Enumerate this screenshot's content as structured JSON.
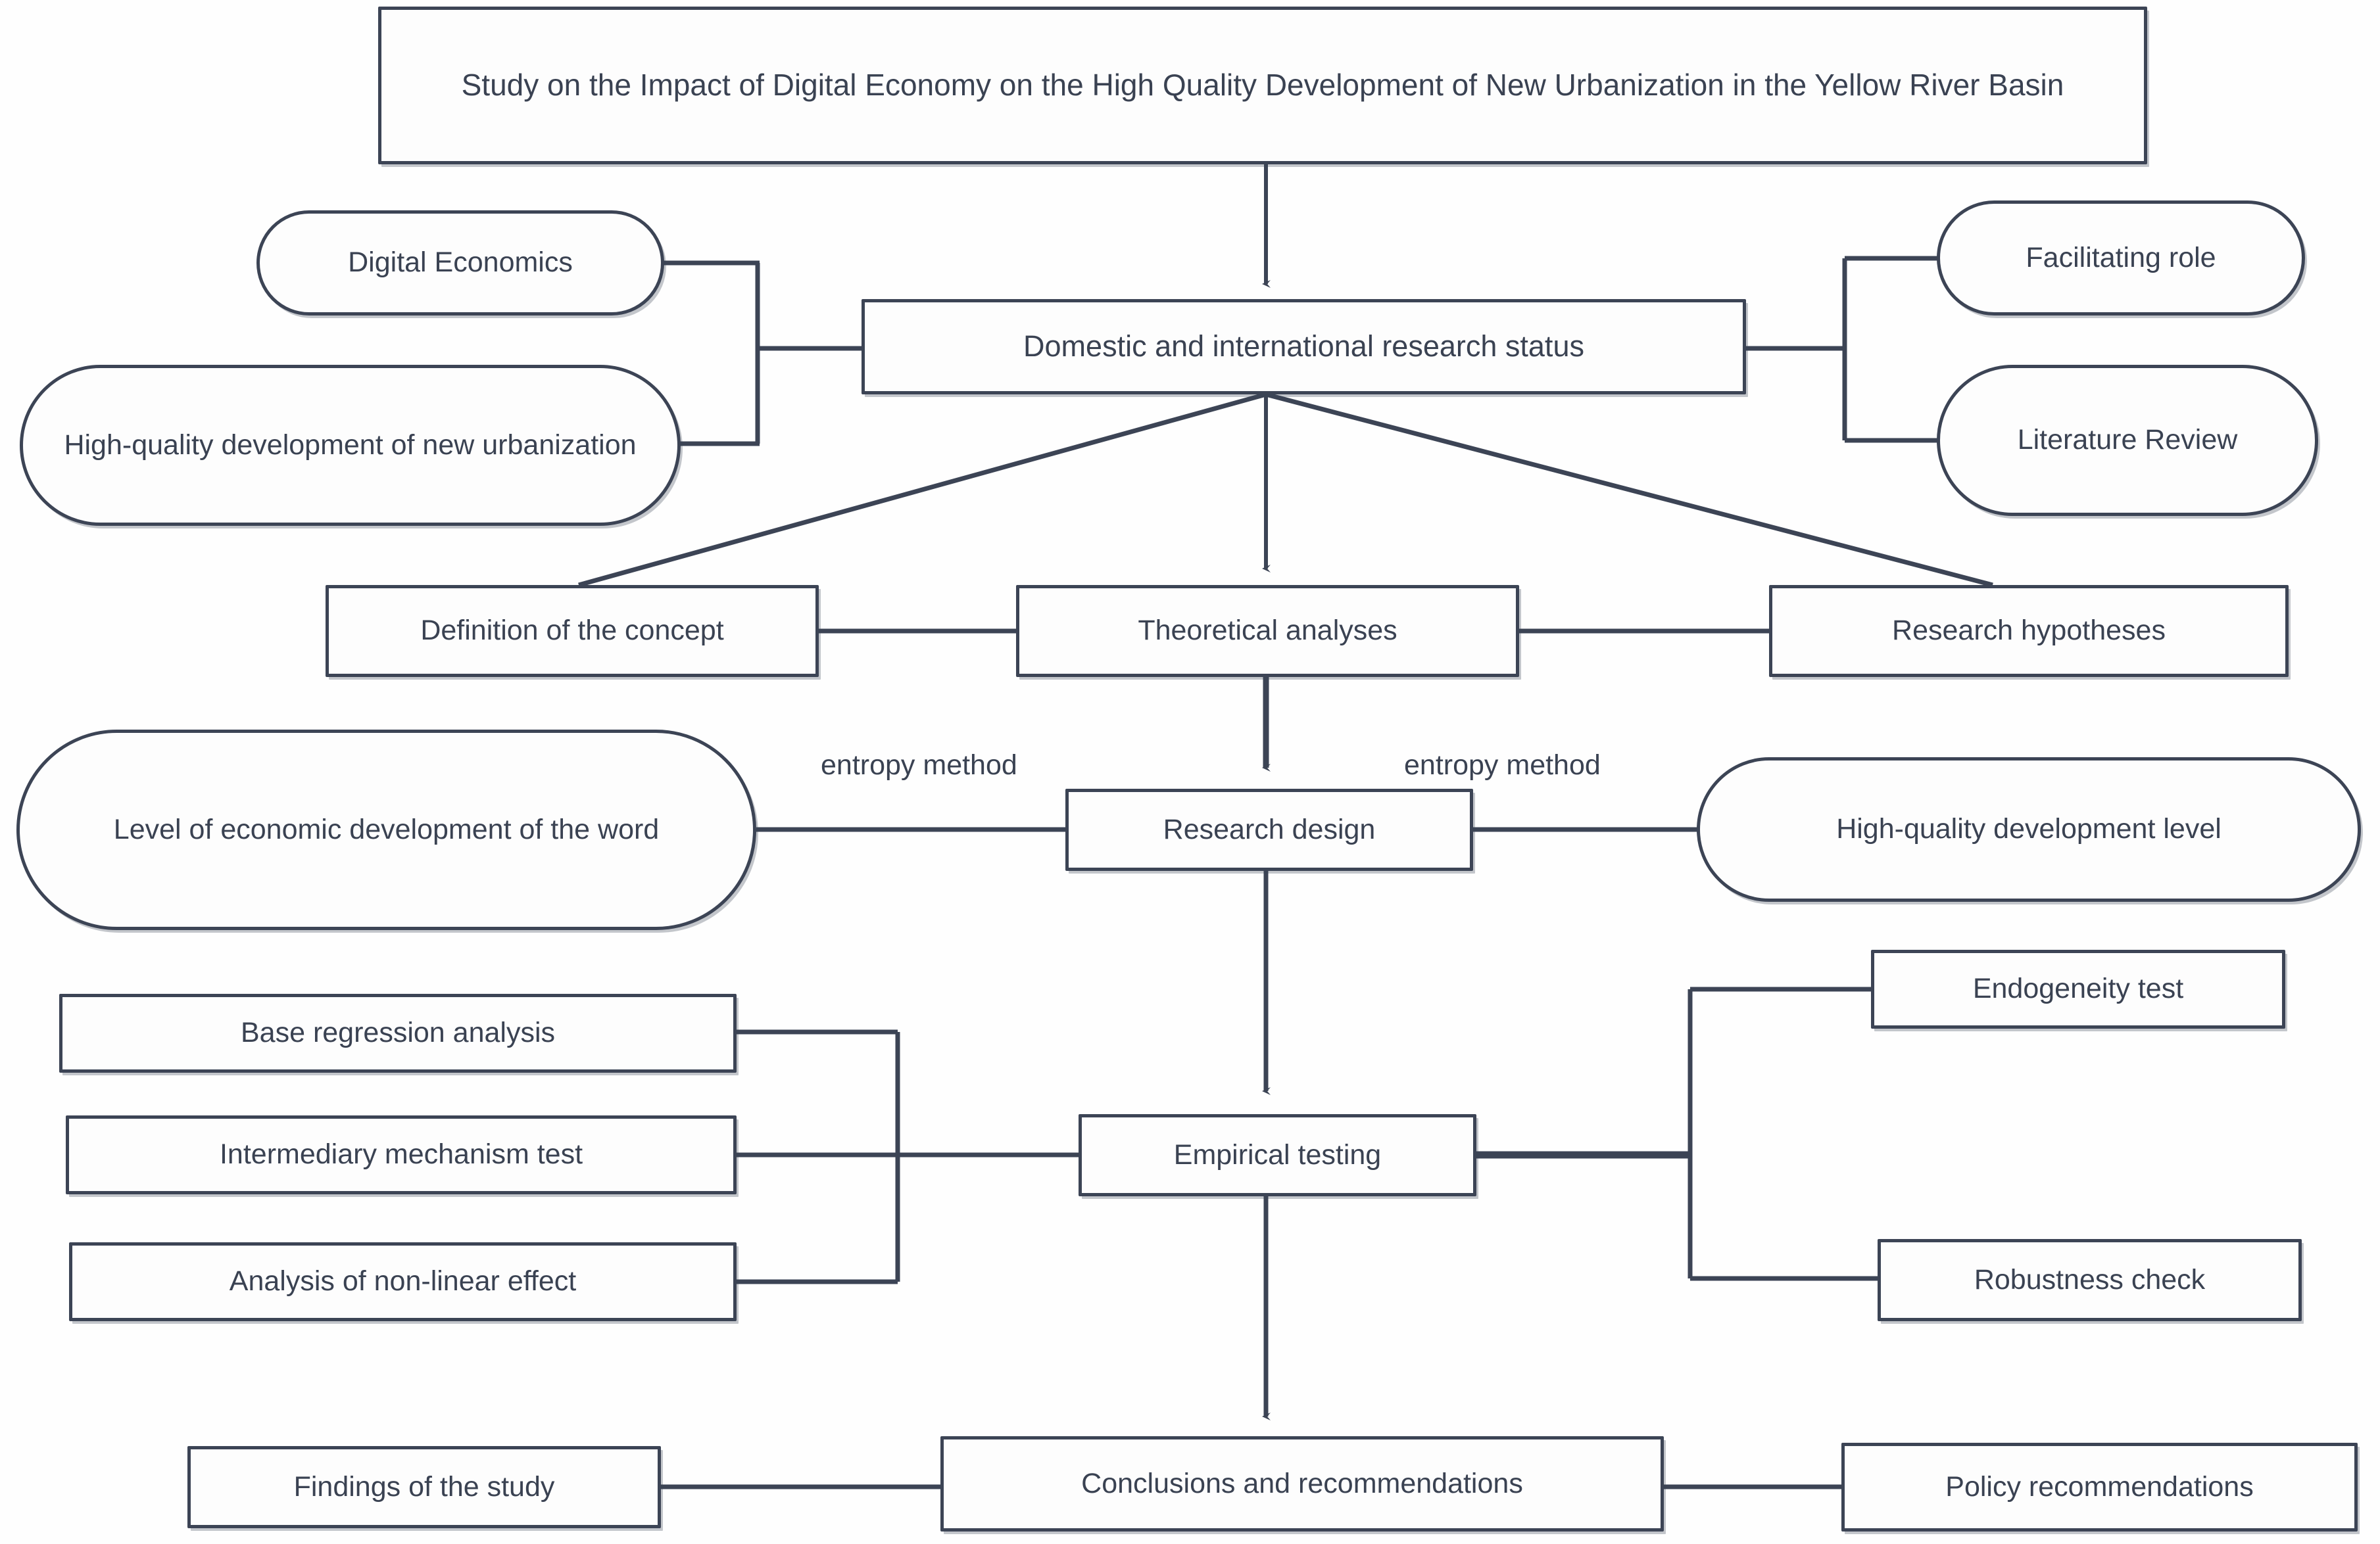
{
  "diagram": {
    "type": "flowchart",
    "title_node": {
      "label": "Study on the Impact of Digital Economy on the High Quality Development of New Urbanization in the Yellow River Basin"
    },
    "nodes": {
      "research_status": {
        "label": "Domestic and international research status"
      },
      "digital_economics": {
        "label": "Digital Economics"
      },
      "hq_dev_new_urban": {
        "label": "High-quality development of new urbanization"
      },
      "facilitating_role": {
        "label": "Facilitating role"
      },
      "literature_review": {
        "label": "Literature Review"
      },
      "definition_concept": {
        "label": "Definition of the concept"
      },
      "theoretical_analyses": {
        "label": "Theoretical analyses"
      },
      "research_hypotheses": {
        "label": "Research hypotheses"
      },
      "level_econ_dev": {
        "label": "Level of economic development of the word"
      },
      "research_design": {
        "label": "Research design"
      },
      "hq_dev_level": {
        "label": "High-quality development level"
      },
      "base_regression": {
        "label": "Base regression analysis"
      },
      "intermediary_mechanism": {
        "label": "Intermediary mechanism test"
      },
      "nonlinear_effect": {
        "label": "Analysis of non-linear effect"
      },
      "empirical_testing": {
        "label": "Empirical testing"
      },
      "endogeneity_test": {
        "label": "Endogeneity test"
      },
      "robustness_check": {
        "label": "Robustness check"
      },
      "findings_study": {
        "label": "Findings of the study"
      },
      "conclusions": {
        "label": "Conclusions and recommendations"
      },
      "policy_recommendations": {
        "label": "Policy recommendations"
      }
    },
    "edge_labels": {
      "entropy_left": "entropy method",
      "entropy_right": "entropy method"
    },
    "colors": {
      "border": "#3c4455",
      "text": "#3a4252",
      "background": "#fefefe",
      "connector": "#3c4455"
    }
  }
}
